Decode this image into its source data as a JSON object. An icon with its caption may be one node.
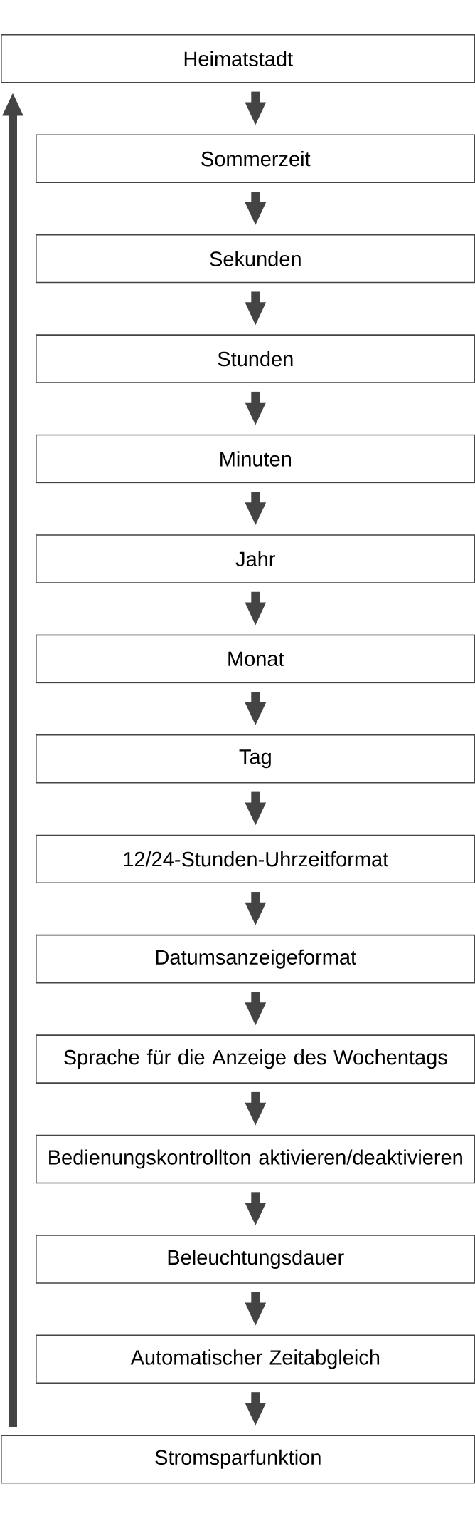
{
  "diagram": {
    "nodes": [
      {
        "text": [
          "Heimatstadt"
        ]
      },
      {
        "text": [
          "Sommerzeit"
        ]
      },
      {
        "text": [
          "Sekunden"
        ]
      },
      {
        "text": [
          "Stunden"
        ]
      },
      {
        "text": [
          "Minuten"
        ]
      },
      {
        "text": [
          "Jahr"
        ]
      },
      {
        "text": [
          "Monat"
        ]
      },
      {
        "text": [
          "Tag"
        ]
      },
      {
        "text": [
          "12/24-Stunden-Uhrzeitformat"
        ]
      },
      {
        "text": [
          "Datumsanzeigeformat"
        ]
      },
      {
        "text": [
          "Sprache für die Anzeige des Wochentags"
        ]
      },
      {
        "text": [
          "Bedienungskontrollton aktivieren/deaktivieren"
        ]
      },
      {
        "text": [
          "Beleuchtungsdauer"
        ]
      },
      {
        "text": [
          "Automatischer Zeitabgleich"
        ]
      },
      {
        "text": [
          "Stromsparfunktion"
        ]
      }
    ],
    "edges": [
      {
        "from": 0,
        "to": 1,
        "arrow": "to"
      },
      {
        "from": 1,
        "to": 2,
        "arrow": "to"
      },
      {
        "from": 2,
        "to": 3,
        "arrow": "to"
      },
      {
        "from": 3,
        "to": 4,
        "arrow": "to"
      },
      {
        "from": 4,
        "to": 5,
        "arrow": "to"
      },
      {
        "from": 5,
        "to": 6,
        "arrow": "to"
      },
      {
        "from": 6,
        "to": 7,
        "arrow": "to"
      },
      {
        "from": 7,
        "to": 8,
        "arrow": "to"
      },
      {
        "from": 8,
        "to": 9,
        "arrow": "to"
      },
      {
        "from": 9,
        "to": 10,
        "arrow": "to"
      },
      {
        "from": 10,
        "to": 11,
        "arrow": "to"
      },
      {
        "from": 11,
        "to": 12,
        "arrow": "to"
      },
      {
        "from": 12,
        "to": 13,
        "arrow": "to"
      },
      {
        "from": 13,
        "to": 14,
        "arrow": "to"
      },
      {
        "from": 14,
        "to": 0,
        "arrow": "to"
      }
    ]
  }
}
